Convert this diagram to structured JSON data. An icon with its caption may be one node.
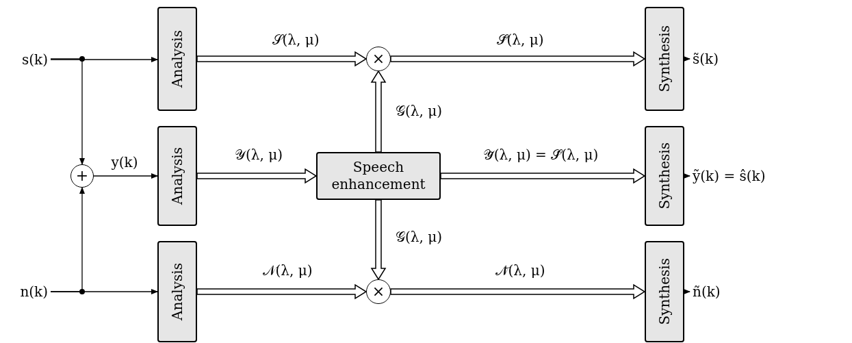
{
  "diagram": {
    "nodes": [
      {
        "text": [
          "s(k)"
        ]
      },
      {
        "text": [
          "n(k)"
        ]
      },
      {
        "text": [
          "+"
        ]
      },
      {
        "text": [
          "Analysis"
        ]
      },
      {
        "text": [
          "Analysis"
        ]
      },
      {
        "text": [
          "Analysis"
        ]
      },
      {
        "text": [
          "×"
        ]
      },
      {
        "text": [
          "Speech enhancement"
        ]
      },
      {
        "text": [
          "×"
        ]
      },
      {
        "text": [
          "Synthesis"
        ]
      },
      {
        "text": [
          "Synthesis"
        ]
      },
      {
        "text": [
          "Synthesis"
        ]
      },
      {
        "text": [
          "s̃(k)"
        ]
      },
      {
        "text": [
          "ỹ(k) = ŝ(k)"
        ]
      },
      {
        "text": [
          "ñ(k)"
        ]
      }
    ],
    "edges": [
      {
        "from": 0,
        "to": 3,
        "arrow": "to"
      },
      {
        "from": 0,
        "to": 2,
        "arrow": "to"
      },
      {
        "from": 1,
        "to": 5,
        "arrow": "to"
      },
      {
        "from": 1,
        "to": 2,
        "arrow": "to"
      },
      {
        "from": 2,
        "to": 4,
        "arrow": "to",
        "label": "y(k)"
      },
      {
        "from": 3,
        "to": 6,
        "arrow": "to",
        "style": "thick",
        "label": "𝒮(λ, μ)"
      },
      {
        "from": 4,
        "to": 7,
        "arrow": "to",
        "style": "thick",
        "label": "𝒴(λ, μ)"
      },
      {
        "from": 5,
        "to": 8,
        "arrow": "to",
        "style": "thick",
        "label": "𝒩(λ, μ)"
      },
      {
        "from": 7,
        "to": 6,
        "arrow": "to",
        "style": "thick",
        "label": "𝒢(λ, μ)"
      },
      {
        "from": 7,
        "to": 8,
        "arrow": "to",
        "style": "thick",
        "label": "𝒢(λ, μ)"
      },
      {
        "from": 6,
        "to": 9,
        "arrow": "to",
        "style": "thick",
        "label": "𝒮̃(λ, μ)"
      },
      {
        "from": 7,
        "to": 10,
        "arrow": "to",
        "style": "thick",
        "label": "𝒴̃(λ, μ) = 𝒮̂(λ, μ)"
      },
      {
        "from": 8,
        "to": 11,
        "arrow": "to",
        "style": "thick",
        "label": "𝒩̃(λ, μ)"
      },
      {
        "from": 9,
        "to": 12,
        "arrow": "to"
      },
      {
        "from": 10,
        "to": 13,
        "arrow": "to"
      },
      {
        "from": 11,
        "to": 14,
        "arrow": "to"
      }
    ]
  }
}
